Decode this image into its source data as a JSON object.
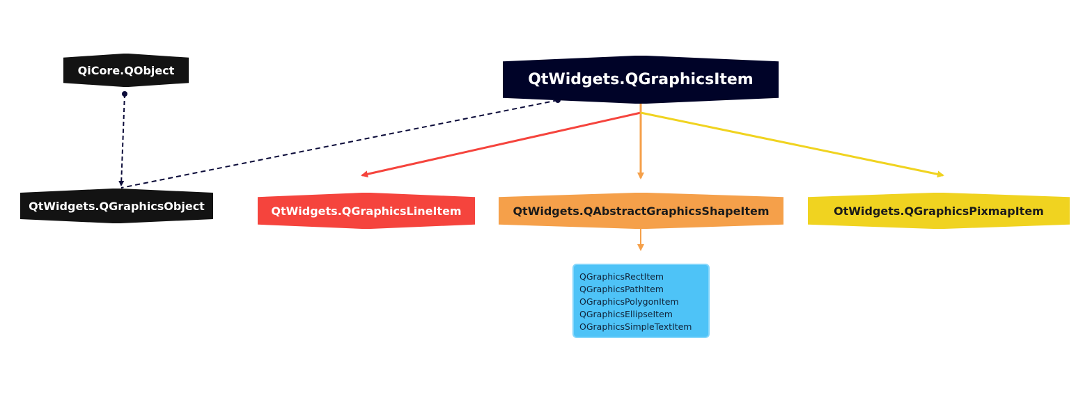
{
  "nodes": {
    "qobject": "QiCore.QObject",
    "qgraphicsobject": "QtWidgets.QGraphicsObject",
    "qgraphicsitem": "QtWidgets.QGraphicsItem",
    "lineitem": "QtWidgets.QGraphicsLineItem",
    "shapeitem": "QtWidgets.QAbstractGraphicsShapeItem",
    "pixmapitem": "OtWidgets.QGraphicsPixmapItem"
  },
  "subitems": [
    "QGraphicsRectItem",
    "QGraphicsPathItem",
    "OGraphicsPolygonItem",
    "QGraphicsEllipseItem",
    "OGraphicsSimpleTextItem"
  ],
  "colors": {
    "dark_node": "#131313",
    "root_node": "#000328",
    "red": "#f5443d",
    "orange": "#f5a04a",
    "yellow": "#f0d320",
    "blue": "#4ec3f7",
    "dashed_link": "#0c0c3a"
  }
}
